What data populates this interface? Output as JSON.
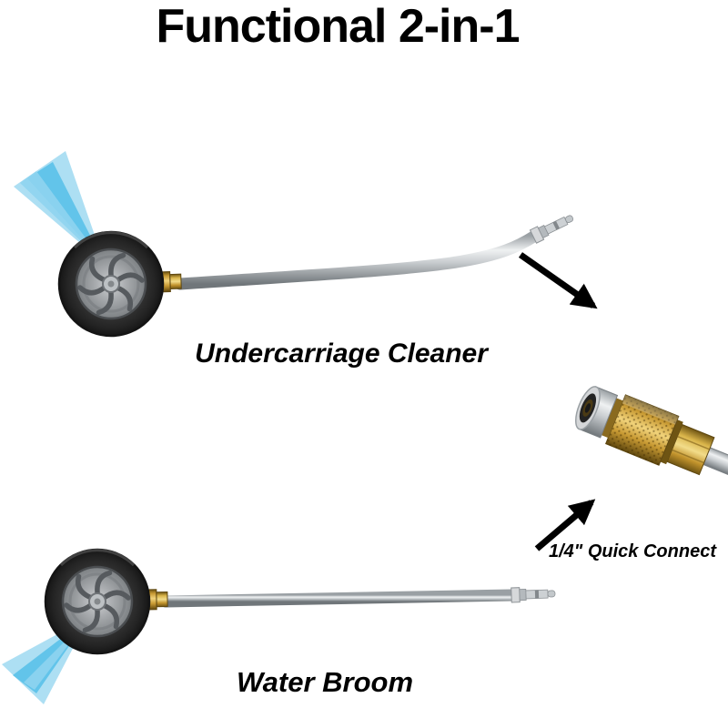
{
  "title": "Functional 2-in-1",
  "labels": {
    "top_product": "Undercarriage Cleaner",
    "connector": "1/4\" Quick Connect",
    "bottom_product": "Water Broom"
  },
  "colors": {
    "spray_blue": "#7fcdec",
    "brass": "#c89a33",
    "steel": "#c9cdd0",
    "text": "#000000"
  }
}
